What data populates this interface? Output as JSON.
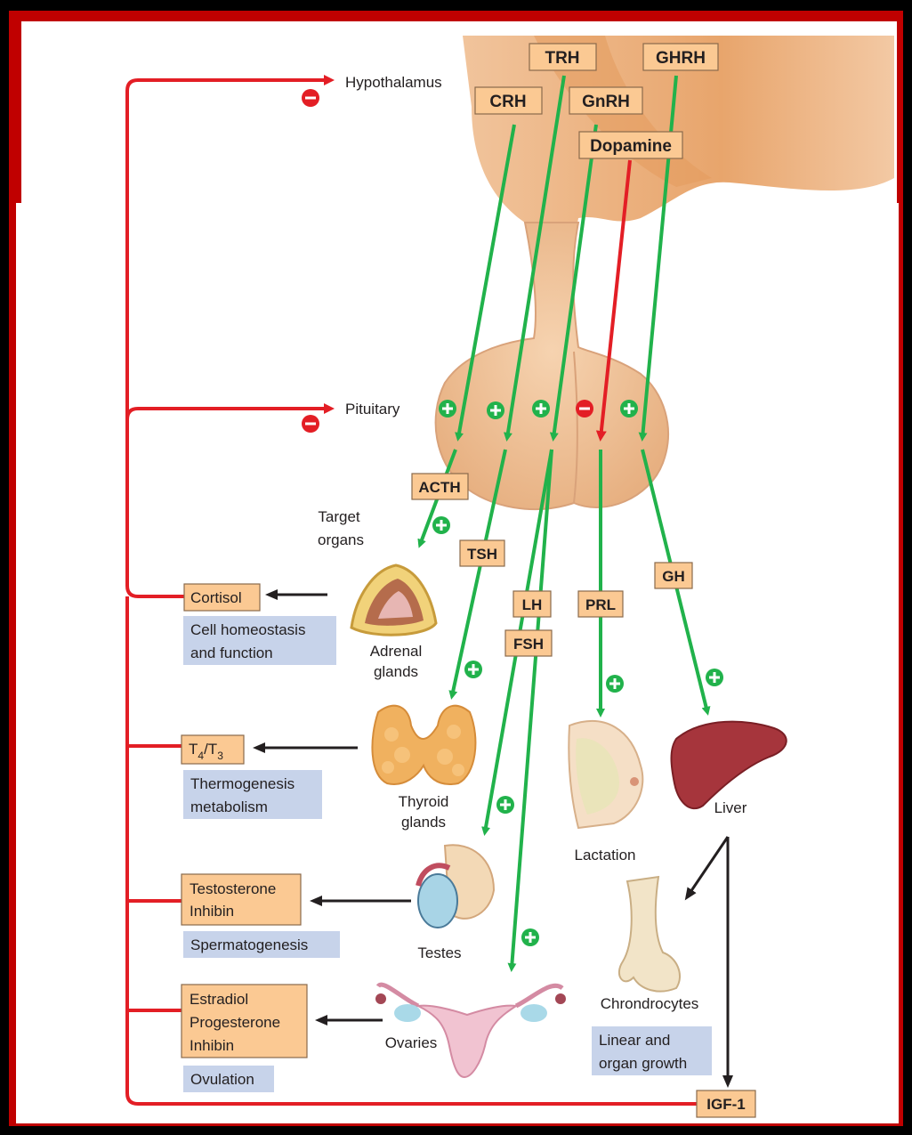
{
  "hypothalamic_hormones": {
    "trh": "TRH",
    "ghrh": "GHRH",
    "crh": "CRH",
    "gnrh": "GnRH",
    "dopamine": "Dopamine"
  },
  "labels": {
    "hypothalamus": "Hypothalamus",
    "pituitary": "Pituitary",
    "target_organs_line1": "Target",
    "target_organs_line2": "organs"
  },
  "pituitary_hormones": {
    "acth": "ACTH",
    "tsh": "TSH",
    "lh": "LH",
    "fsh": "FSH",
    "prl": "PRL",
    "gh": "GH"
  },
  "organs": {
    "adrenal_line1": "Adrenal",
    "adrenal_line2": "glands",
    "thyroid_line1": "Thyroid",
    "thyroid_line2": "glands",
    "testes": "Testes",
    "ovaries": "Ovaries",
    "lactation": "Lactation",
    "liver": "Liver",
    "chondrocytes": "Chrondrocytes"
  },
  "products": {
    "cortisol": "Cortisol",
    "t4": "T",
    "t4_sub": "4",
    "t3": "/T",
    "t3_sub": "3",
    "testosterone": "Testosterone",
    "inhibin_m": "Inhibin",
    "estradiol": "Estradiol",
    "progesterone": "Progesterone",
    "inhibin_f": "Inhibin",
    "igf1": "IGF-1"
  },
  "effects": {
    "cortisol_line1": "Cell homeostasis",
    "cortisol_line2": "and function",
    "thyroid_line1": "Thermogenesis",
    "thyroid_line2": "metabolism",
    "testes": "Spermatogenesis",
    "ovaries": "Ovulation",
    "growth_line1": "Linear and",
    "growth_line2": "organ growth"
  },
  "colors": {
    "stimulation": "#21b24b",
    "inhibition": "#e31e25",
    "hormone_box": "#fbc993",
    "effect_box": "#c7d3ea",
    "tissue": "#f3c8a0",
    "frame": "#c00000"
  }
}
